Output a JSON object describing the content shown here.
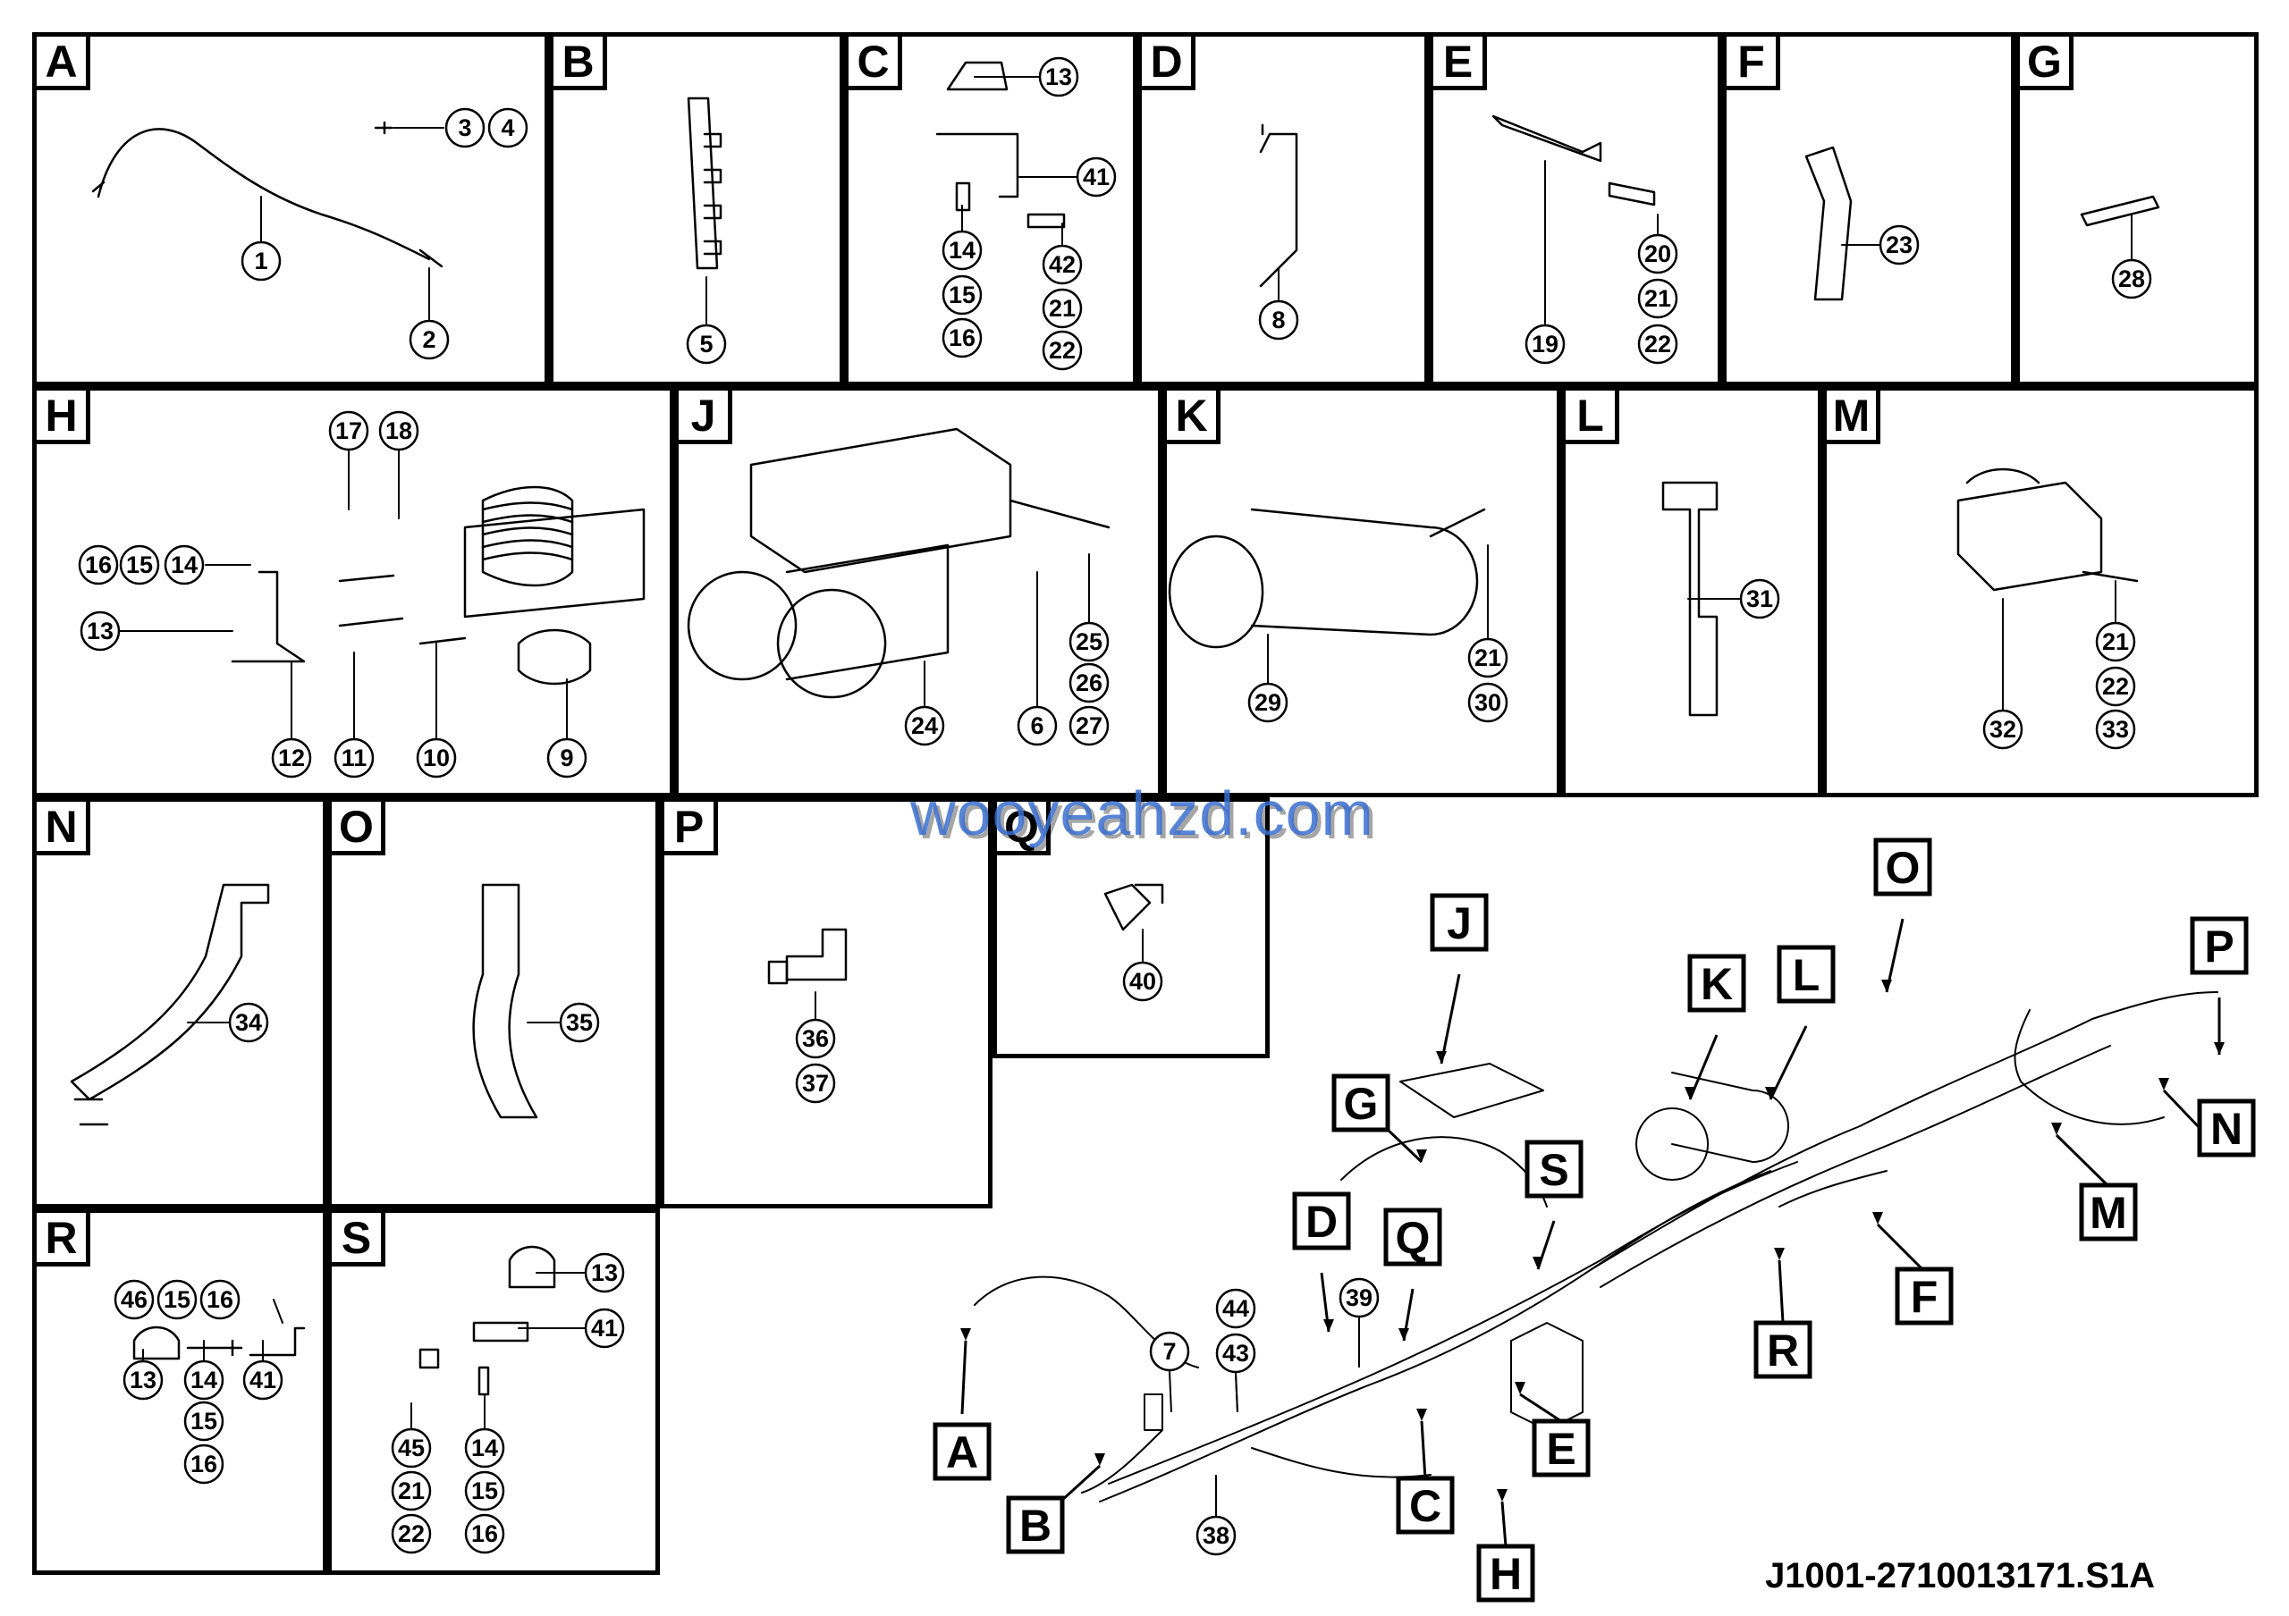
{
  "panels": [
    {
      "label": "A",
      "callouts": [
        "1",
        "2",
        "3",
        "4"
      ]
    },
    {
      "label": "B",
      "callouts": [
        "5"
      ]
    },
    {
      "label": "C",
      "callouts": [
        "13",
        "41",
        "14",
        "15",
        "16",
        "42",
        "21",
        "22"
      ]
    },
    {
      "label": "D",
      "callouts": [
        "8"
      ]
    },
    {
      "label": "E",
      "callouts": [
        "19",
        "20",
        "21",
        "22"
      ]
    },
    {
      "label": "F",
      "callouts": [
        "23"
      ]
    },
    {
      "label": "G",
      "callouts": [
        "28"
      ]
    },
    {
      "label": "H",
      "callouts": [
        "17",
        "18",
        "16",
        "15",
        "14",
        "13",
        "12",
        "11",
        "10",
        "9"
      ]
    },
    {
      "label": "J",
      "callouts": [
        "25",
        "26",
        "27",
        "24",
        "6"
      ]
    },
    {
      "label": "K",
      "callouts": [
        "21",
        "30",
        "29"
      ]
    },
    {
      "label": "L",
      "callouts": [
        "31"
      ]
    },
    {
      "label": "M",
      "callouts": [
        "21",
        "22",
        "33",
        "32"
      ]
    },
    {
      "label": "N",
      "callouts": [
        "34"
      ]
    },
    {
      "label": "O",
      "callouts": [
        "35"
      ]
    },
    {
      "label": "P",
      "callouts": [
        "36",
        "37"
      ]
    },
    {
      "label": "Q",
      "callouts": [
        "40"
      ]
    },
    {
      "label": "R",
      "callouts": [
        "46",
        "15",
        "16",
        "13",
        "14",
        "15",
        "16",
        "41"
      ]
    },
    {
      "label": "S",
      "callouts": [
        "13",
        "41",
        "45",
        "21",
        "22",
        "14",
        "15",
        "16"
      ]
    }
  ],
  "overview": {
    "letter_tags": [
      "J",
      "K",
      "L",
      "O",
      "P",
      "G",
      "S",
      "D",
      "Q",
      "M",
      "N",
      "F",
      "R",
      "A",
      "B",
      "C",
      "E",
      "H"
    ],
    "callouts": [
      "7",
      "39",
      "44",
      "43",
      "38"
    ]
  },
  "watermark": "wooyeahzd.com",
  "drawing_code": "J1001-2710013171.S1A"
}
